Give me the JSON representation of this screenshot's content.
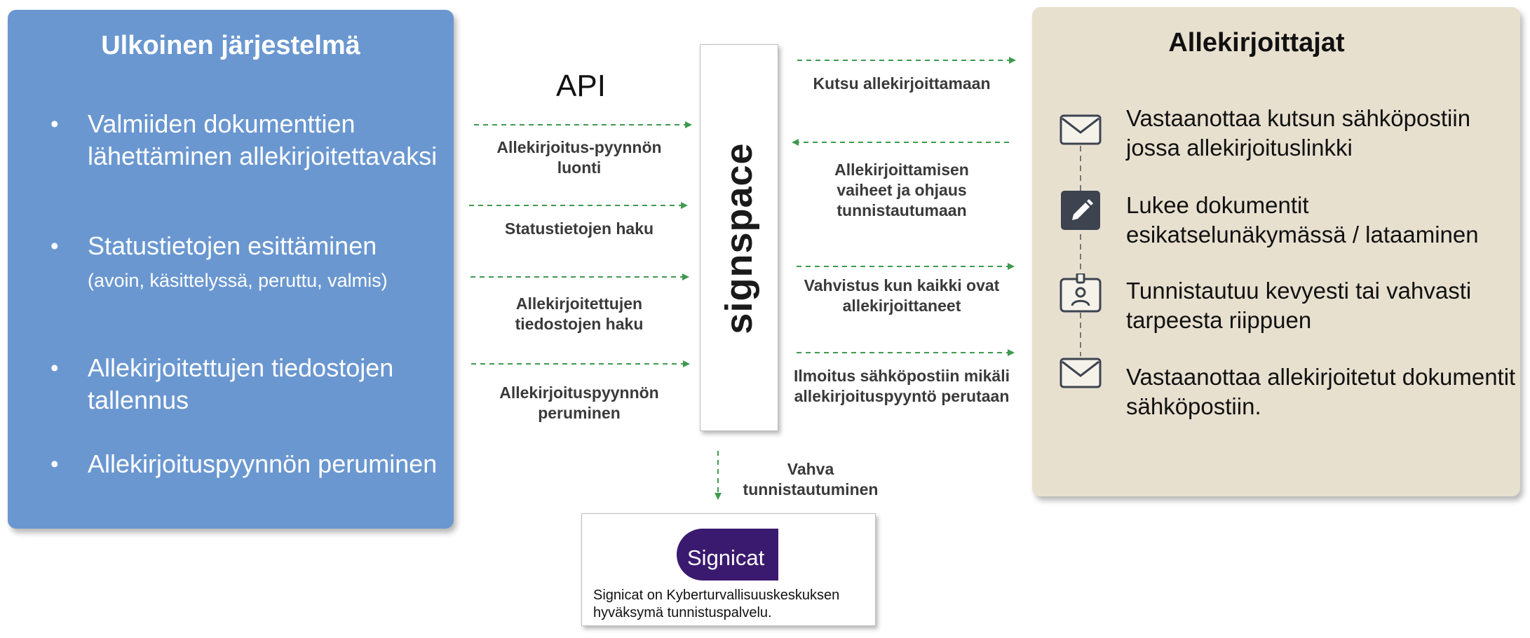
{
  "colors": {
    "left_panel": "#6a97d0",
    "right_panel": "#e8e0cf",
    "arrow": "#3f9a4f",
    "signicat_purple": "#3a1a6e"
  },
  "left_panel": {
    "title": "Ulkoinen järjestelmä",
    "bullets": [
      {
        "text": "Valmiiden dokumenttien lähettäminen allekirjoitettavaksi"
      },
      {
        "text": "Statustietojen esittäminen",
        "detail": "(avoin, käsittelyssä, peruttu, valmis)"
      },
      {
        "text": "Allekirjoitettujen tiedostojen tallennus"
      },
      {
        "text": "Allekirjoituspyynnön peruminen"
      }
    ]
  },
  "api": {
    "title": "API",
    "flows": [
      {
        "label": "Allekirjoitus-pyynnön luonti"
      },
      {
        "label": "Statustietojen haku"
      },
      {
        "label": "Allekirjoitettujen tiedostojen haku"
      },
      {
        "label": "Allekirjoituspyynnön peruminen"
      }
    ]
  },
  "center": {
    "logo_text": "signspace"
  },
  "signer_flows": [
    {
      "label": "Kutsu allekirjoittamaan"
    },
    {
      "label": "Allekirjoittamisen vaiheet ja ohjaus tunnistautumaan"
    },
    {
      "label": "Vahvistus kun kaikki ovat allekirjoittaneet"
    },
    {
      "label": "Ilmoitus sähköpostiin mikäli allekirjoituspyyntö perutaan"
    }
  ],
  "auth": {
    "label": "Vahva tunnistautuminen",
    "provider": "Signicat",
    "caption": "Signicat on Kyberturvallisuuskeskuksen hyväksymä tunnistuspalvelu."
  },
  "right_panel": {
    "title": "Allekirjoittajat",
    "steps": [
      {
        "icon": "envelope-icon",
        "text": "Vastaanottaa kutsun sähköpostiin jossa allekirjoituslinkki"
      },
      {
        "icon": "pencil-icon",
        "text": "Lukee dokumentit esikatselunäkymässä / lataaminen"
      },
      {
        "icon": "id-badge-icon",
        "text": "Tunnistautuu kevyesti tai vahvasti tarpeesta riippuen"
      },
      {
        "icon": "envelope-icon",
        "text": "Vastaanottaa allekirjoitetut dokumentit sähköpostiin."
      }
    ]
  }
}
